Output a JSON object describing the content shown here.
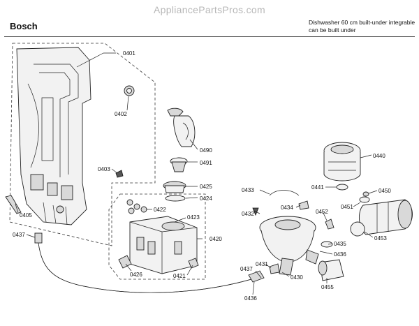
{
  "header": {
    "watermark": "AppliancePartsPros.com",
    "brand": "Bosch",
    "description_line1": "Dishwasher 60 cm built-under integrable",
    "description_line2": "can be built under"
  },
  "parts": {
    "p0401": "0401",
    "p0402": "0402",
    "p0403": "0403",
    "p0405": "0405",
    "p0437a": "0437",
    "p0490": "0490",
    "p0491": "0491",
    "p0425": "0425",
    "p0424": "0424",
    "p0422": "0422",
    "p0423": "0423",
    "p0420": "0420",
    "p0426": "0426",
    "p0421": "0421",
    "p0433": "0433",
    "p0432": "0432",
    "p0434": "0434",
    "p0440": "0440",
    "p0441": "0441",
    "p0450": "0450",
    "p0451": "0451",
    "p0452": "0452",
    "p0453": "0453",
    "p0435": "0435",
    "p0436a": "0436",
    "p0437b": "0437",
    "p0431": "0431",
    "p0430": "0430",
    "p0436b": "0436",
    "p0455": "0455"
  }
}
